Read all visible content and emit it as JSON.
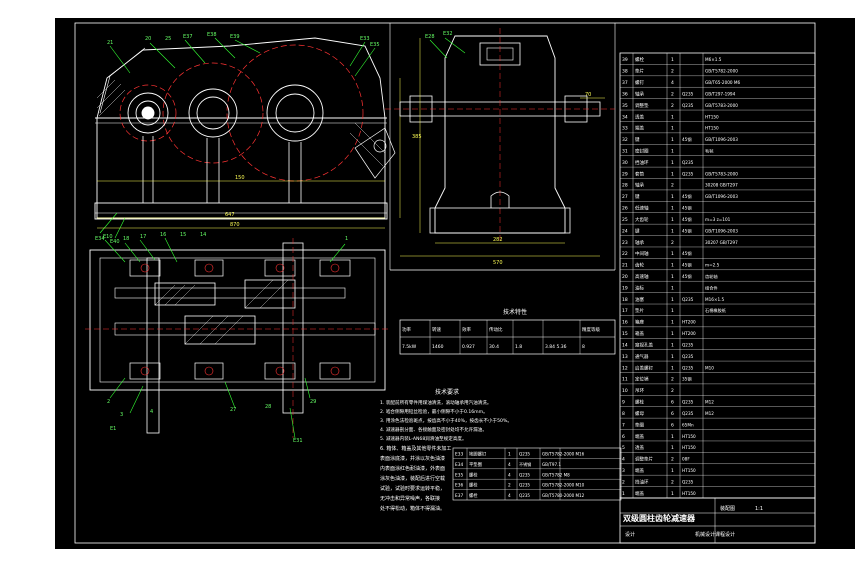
{
  "sheet": {
    "title_block": {
      "title": "双级圆柱齿轮减速器",
      "drawing_label": "装配图",
      "scale_label": "1:1",
      "school_line": "机械设计课程设计",
      "name_row": "设计"
    },
    "tech_spec": {
      "title": "技术特性",
      "header_row": [
        "功率",
        "转速",
        "效率",
        "传动比",
        "",
        "",
        "精度等级"
      ],
      "value_row": [
        "7.5kW",
        "1460",
        "0.927",
        "30.4",
        "1.8",
        "3.84 5.36",
        "8"
      ]
    },
    "tech_requirements": {
      "title": "技术要求",
      "lines": [
        "1. 装配前所有零件用煤油清洗，滚动轴承用汽油清洗。",
        "2. 啮合侧隙用铅丝检验，最小侧隙不小于0.16mm。",
        "3. 用涂色法检验斑点，按齿高不小于40%，按齿长不小于50%。",
        "4. 减速器剖分面、各接触面及密封处均不允许漏油。",
        "5. 减速器内装L-AN68润滑油至规定高度。"
      ],
      "extra_lines": [
        "6. 箱体、箱盖及其他零件未加工",
        "表面涂底漆，并涂以灰色油漆",
        "内表面涂红色耐油漆，外表面",
        "涂灰色油漆，装配后进行空载",
        "试验，试验时要求运转平稳，",
        "无冲击和异常噪声，各联接",
        "处不得松动，箱体不得漏油。"
      ]
    },
    "dims": {
      "side_height": "385",
      "side_width": "282",
      "side_total": "570",
      "shaft_len": "70",
      "front_len": "647",
      "front_total": "870",
      "front_mid": "150"
    },
    "bom": [
      {
        "no": "39",
        "name": "螺栓",
        "qty": "1",
        "mat": "",
        "note": "M6×1.5"
      },
      {
        "no": "38",
        "name": "垫片",
        "qty": "2",
        "mat": "",
        "note": "GB/T5782-2000"
      },
      {
        "no": "37",
        "name": "螺钉",
        "qty": "4",
        "mat": "",
        "note": "GB/T65-2000 M6"
      },
      {
        "no": "36",
        "name": "轴承",
        "qty": "2",
        "mat": "Q235",
        "note": "GB/T297-1994"
      },
      {
        "no": "35",
        "name": "调整垫",
        "qty": "2",
        "mat": "Q235",
        "note": "GB/T5783-2000"
      },
      {
        "no": "34",
        "name": "透盖",
        "qty": "1",
        "mat": "",
        "note": "HT150"
      },
      {
        "no": "33",
        "name": "端盖",
        "qty": "1",
        "mat": "",
        "note": "HT150"
      },
      {
        "no": "32",
        "name": "键",
        "qty": "1",
        "mat": "45钢",
        "note": "GB/T1096-2003"
      },
      {
        "no": "31",
        "name": "密封圈",
        "qty": "1",
        "mat": "",
        "note": "毛毡"
      },
      {
        "no": "30",
        "name": "挡油环",
        "qty": "1",
        "mat": "Q235",
        "note": ""
      },
      {
        "no": "29",
        "name": "套筒",
        "qty": "1",
        "mat": "Q235",
        "note": "GB/T5783-2000"
      },
      {
        "no": "28",
        "name": "轴承",
        "qty": "2",
        "mat": "",
        "note": "30208 GB/T297"
      },
      {
        "no": "27",
        "name": "键",
        "qty": "1",
        "mat": "45钢",
        "note": "GB/T1096-2003"
      },
      {
        "no": "26",
        "name": "低速轴",
        "qty": "1",
        "mat": "45钢",
        "note": ""
      },
      {
        "no": "25",
        "name": "大齿轮",
        "qty": "1",
        "mat": "45钢",
        "note": "m=3 z=101"
      },
      {
        "no": "24",
        "name": "键",
        "qty": "1",
        "mat": "45钢",
        "note": "GB/T1096-2003"
      },
      {
        "no": "23",
        "name": "轴承",
        "qty": "2",
        "mat": "",
        "note": "30207 GB/T297"
      },
      {
        "no": "22",
        "name": "中间轴",
        "qty": "1",
        "mat": "45钢",
        "note": ""
      },
      {
        "no": "21",
        "name": "齿轮",
        "qty": "1",
        "mat": "45钢",
        "note": "m=2.5"
      },
      {
        "no": "20",
        "name": "高速轴",
        "qty": "1",
        "mat": "45钢",
        "note": "齿轮轴"
      },
      {
        "no": "19",
        "name": "油标",
        "qty": "1",
        "mat": "",
        "note": "组合件"
      },
      {
        "no": "18",
        "name": "油塞",
        "qty": "1",
        "mat": "Q235",
        "note": "M16×1.5"
      },
      {
        "no": "17",
        "name": "垫片",
        "qty": "1",
        "mat": "",
        "note": "石棉橡胶纸"
      },
      {
        "no": "16",
        "name": "箱座",
        "qty": "1",
        "mat": "HT200",
        "note": ""
      },
      {
        "no": "15",
        "name": "箱盖",
        "qty": "1",
        "mat": "HT200",
        "note": ""
      },
      {
        "no": "14",
        "name": "窥视孔盖",
        "qty": "1",
        "mat": "Q235",
        "note": ""
      },
      {
        "no": "13",
        "name": "通气器",
        "qty": "1",
        "mat": "Q235",
        "note": ""
      },
      {
        "no": "12",
        "name": "启盖螺钉",
        "qty": "1",
        "mat": "Q235",
        "note": "M10"
      },
      {
        "no": "11",
        "name": "定位销",
        "qty": "2",
        "mat": "35钢",
        "note": ""
      },
      {
        "no": "10",
        "name": "吊环",
        "qty": "2",
        "mat": "",
        "note": ""
      },
      {
        "no": "9",
        "name": "螺栓",
        "qty": "6",
        "mat": "Q235",
        "note": "M12"
      },
      {
        "no": "8",
        "name": "螺母",
        "qty": "6",
        "mat": "Q235",
        "note": "M12"
      },
      {
        "no": "7",
        "name": "垫圈",
        "qty": "6",
        "mat": "65Mn",
        "note": ""
      },
      {
        "no": "6",
        "name": "端盖",
        "qty": "1",
        "mat": "HT150",
        "note": ""
      },
      {
        "no": "5",
        "name": "透盖",
        "qty": "1",
        "mat": "HT150",
        "note": ""
      },
      {
        "no": "4",
        "name": "调整垫片",
        "qty": "2",
        "mat": "08F",
        "note": ""
      },
      {
        "no": "3",
        "name": "端盖",
        "qty": "1",
        "mat": "HT150",
        "note": ""
      },
      {
        "no": "2",
        "name": "挡油环",
        "qty": "2",
        "mat": "Q235",
        "note": ""
      },
      {
        "no": "1",
        "name": "端盖",
        "qty": "1",
        "mat": "HT150",
        "note": ""
      }
    ],
    "bom_lower": [
      {
        "no": "E33",
        "name": "地脚螺钉",
        "qty": "1",
        "mat": "Q235",
        "note": "GB/T5782-2000 M16"
      },
      {
        "no": "E34",
        "name": "平垫圈",
        "qty": "4",
        "mat": "不锈钢",
        "note": "GB/T97.1"
      },
      {
        "no": "E35",
        "name": "螺栓",
        "qty": "4",
        "mat": "Q235",
        "note": "GB/T5782 M8"
      },
      {
        "no": "E36",
        "name": "螺栓",
        "qty": "2",
        "mat": "Q235",
        "note": "GB/T5782-2000 M10"
      },
      {
        "no": "E37",
        "name": "螺栓",
        "qty": "4",
        "mat": "Q235",
        "note": "GB/T5780-2000 M12"
      }
    ]
  }
}
